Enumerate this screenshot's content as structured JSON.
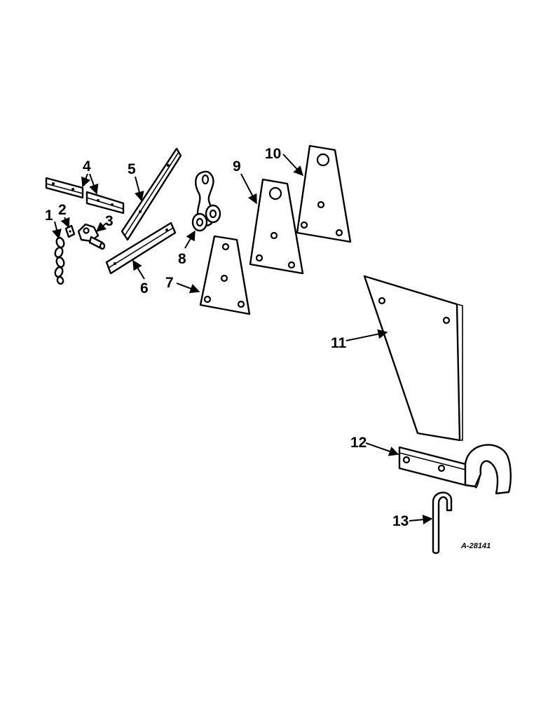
{
  "callouts": [
    {
      "id": "1",
      "text": "1"
    },
    {
      "id": "2",
      "text": "2"
    },
    {
      "id": "3",
      "text": "3"
    },
    {
      "id": "4",
      "text": "4"
    },
    {
      "id": "5",
      "text": "5"
    },
    {
      "id": "6",
      "text": "6"
    },
    {
      "id": "7",
      "text": "7"
    },
    {
      "id": "8",
      "text": "8"
    },
    {
      "id": "9",
      "text": "9"
    },
    {
      "id": "10",
      "text": "10"
    },
    {
      "id": "11",
      "text": "11"
    },
    {
      "id": "12",
      "text": "12"
    },
    {
      "id": "13",
      "text": "13"
    }
  ],
  "drawing_ref": "A-28141"
}
